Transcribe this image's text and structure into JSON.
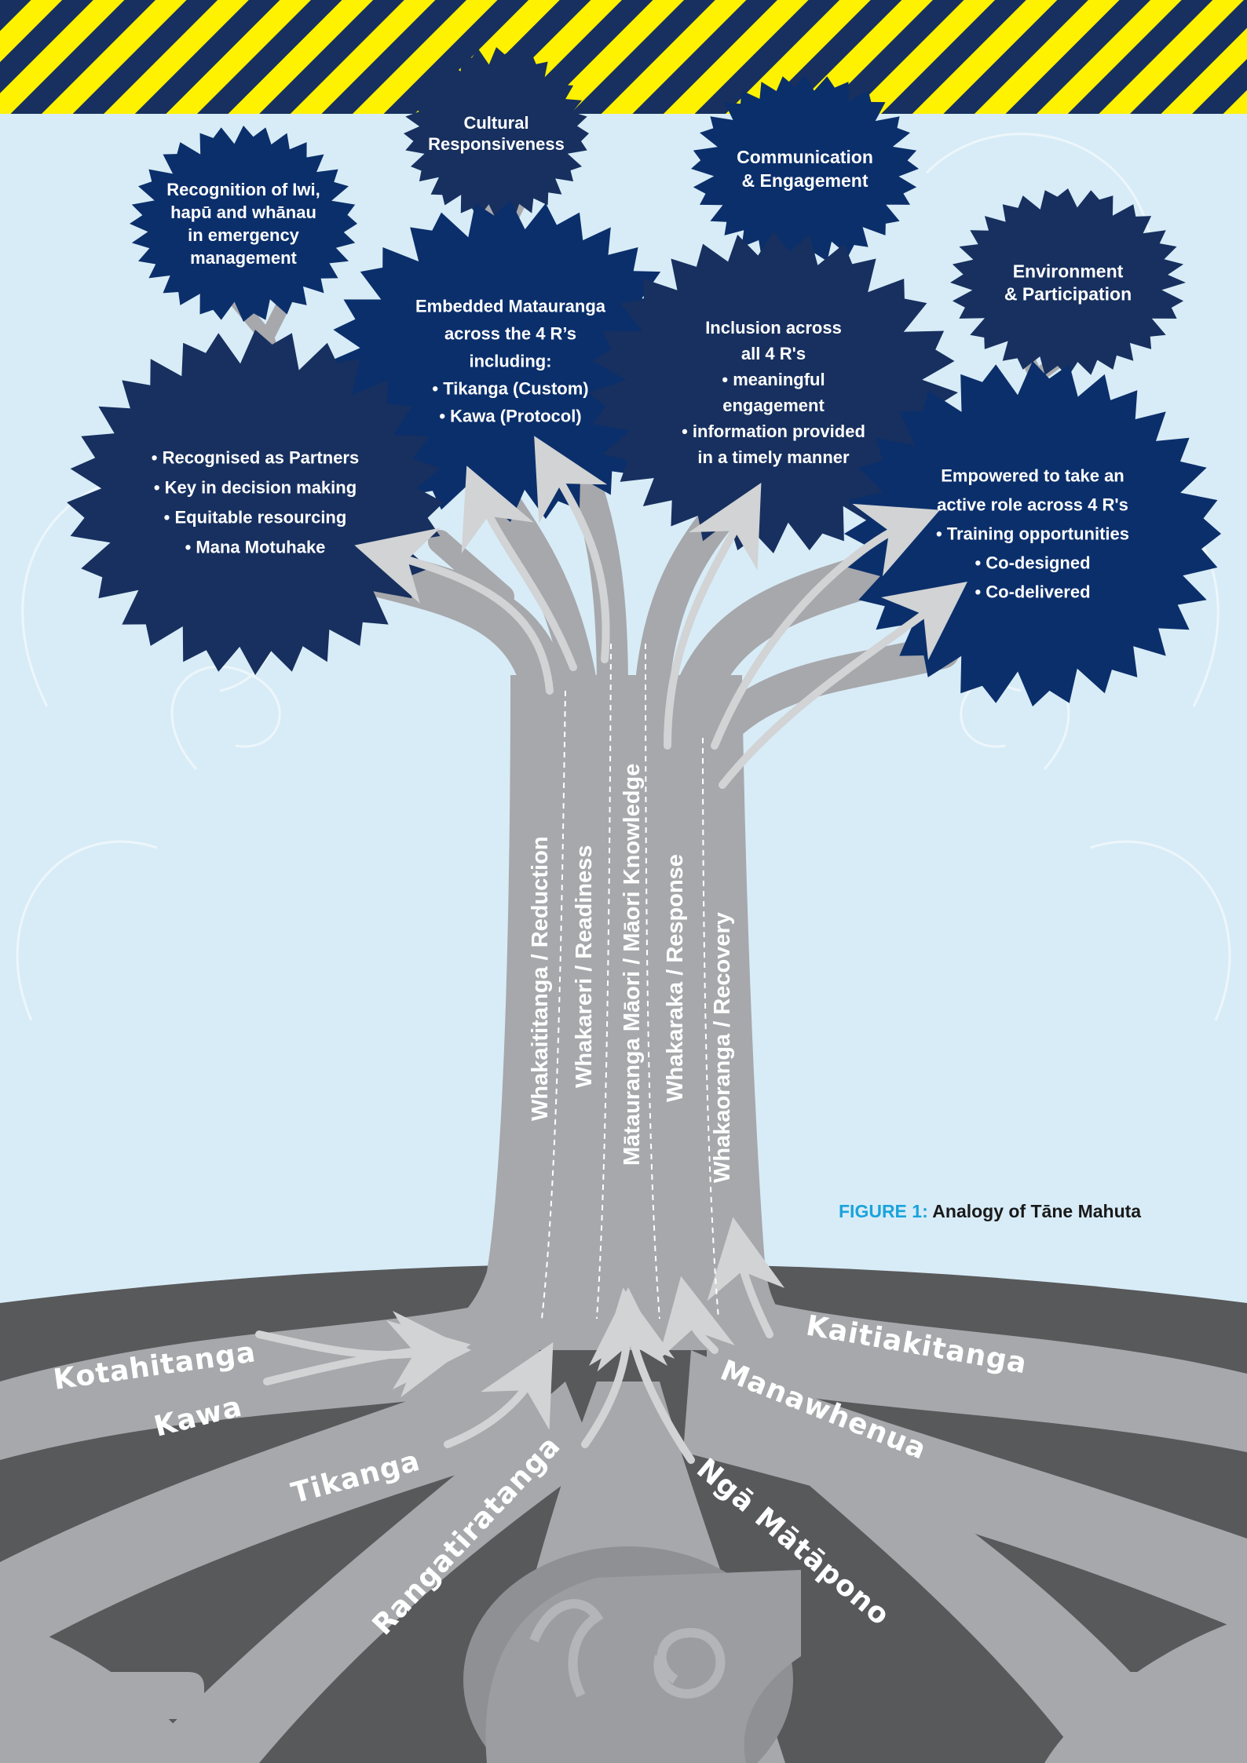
{
  "canopies": [
    {
      "id": "cultural",
      "fill": "#17305f",
      "lines": [
        "Cultural",
        "Responsiveness"
      ]
    },
    {
      "id": "recognition",
      "fill": "#0b2f6b",
      "lines": [
        "Recognition of Iwi,",
        "hapū and whānau",
        "in emergency",
        "management"
      ]
    },
    {
      "id": "communication",
      "fill": "#0b2f6b",
      "lines": [
        "Communication",
        "& Engagement"
      ]
    },
    {
      "id": "environment",
      "fill": "#17305f",
      "lines": [
        "Environment",
        "& Participation"
      ]
    },
    {
      "id": "embedded",
      "fill": "#0b2f6b",
      "lines": [
        "Embedded Matauranga",
        "across the 4 R’s",
        "including:",
        "• Tikanga (Custom)",
        "• Kawa (Protocol)"
      ]
    },
    {
      "id": "inclusion",
      "fill": "#17305f",
      "lines": [
        "Inclusion across",
        "all 4 R's",
        "• meaningful",
        "engagement",
        "• information provided",
        "in a timely manner"
      ]
    },
    {
      "id": "partners",
      "fill": "#17305f",
      "lines": [
        "• Recognised as Partners",
        "• Key in decision making",
        "• Equitable resourcing",
        "• Mana Motuhake"
      ]
    },
    {
      "id": "empowered",
      "fill": "#0b2f6b",
      "lines": [
        "Empowered to take an",
        "active role across 4 R's",
        "• Training opportunities",
        "• Co-designed",
        "• Co-delivered"
      ]
    }
  ],
  "trunk_labels": [
    "Whakaititanga / Reduction",
    "Whakareri / Readiness",
    "Mātauranga Māori / Māori Knowledge",
    "Whakaraka / Response",
    "Whakaoranga / Recovery"
  ],
  "root_labels": [
    "Kotahitanga",
    "Kawa",
    "Tikanga",
    "Rangatiratanga",
    "Ngā Mātāpono",
    "Manawhenua",
    "Kaitiakitanga"
  ],
  "caption": {
    "figure": "FIGURE 1:",
    "title": "Analogy of Tāne Mahuta"
  },
  "colors": {
    "sky": "#d8ecf7",
    "stripe_yellow": "#fff200",
    "stripe_navy": "#17305f",
    "trunk": "#a7a8ac",
    "ground": "#58595b",
    "arrow": "#d1d3d4",
    "canopy_navy": "#0b2f6b",
    "canopy_dark": "#17305f",
    "caption_accent": "#1aa3dc"
  }
}
